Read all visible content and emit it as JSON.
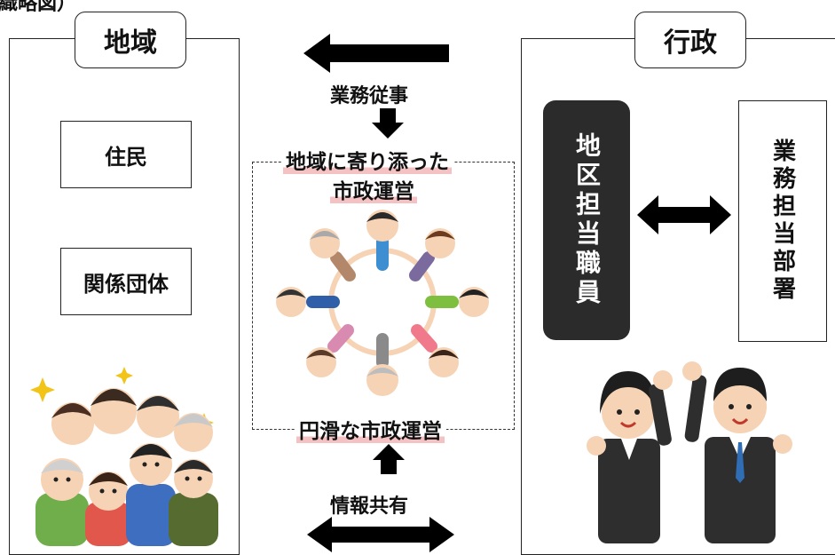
{
  "corner_fragment": "織略図）",
  "region": {
    "title": "地域",
    "items": [
      "住民",
      "関係団体"
    ]
  },
  "gov": {
    "title": "行政",
    "district_staff": "地区担当職員",
    "department": "業務担当部署"
  },
  "center": {
    "duty_label": "業務従事",
    "goal_line1": "地域に寄り添った",
    "goal_line2": "市政運営",
    "smooth_label": "円滑な市政運営",
    "info_label": "情報共有"
  },
  "colors": {
    "highlight": "#f4c2c2",
    "dark_box": "#2b2b2b",
    "arrow": "#000000"
  },
  "icons": {
    "residents_group": "cheering-crowd-illustration",
    "circle_people": "people-holding-hands-circle-illustration",
    "staff_pair": "cheering-office-workers-illustration"
  }
}
